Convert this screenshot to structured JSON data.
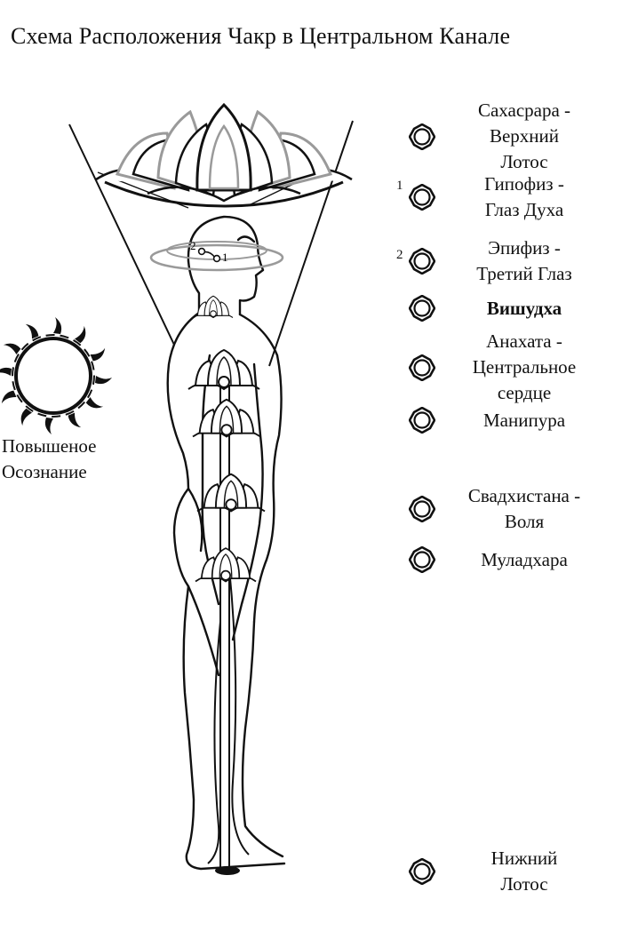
{
  "title": "Схема Расположения Чакр в Центральном Канале",
  "awareness_label": "Повышеное\nОсознание",
  "head_markers": [
    "2",
    "1"
  ],
  "legend": [
    {
      "number": "",
      "label": "Сахасрара -\nВерхний\nЛотос"
    },
    {
      "number": "1",
      "label": "Гипофиз -\nГлаз Духа"
    },
    {
      "number": "2",
      "label": "Эпифиз -\nТретий Глаз"
    },
    {
      "number": "",
      "label": "Вишудха"
    },
    {
      "number": "",
      "label": "Анахата -\nЦентральное\nсердце"
    },
    {
      "number": "",
      "label": "Манипура"
    },
    {
      "number": "",
      "label": "Свадхистана -\nВоля"
    },
    {
      "number": "",
      "label": "Муладхара"
    },
    {
      "number": "",
      "label": "Нижний\nЛотос"
    }
  ],
  "colors": {
    "ink": "#111111",
    "background": "#ffffff",
    "lotus_shade": "#9a9a9a"
  }
}
